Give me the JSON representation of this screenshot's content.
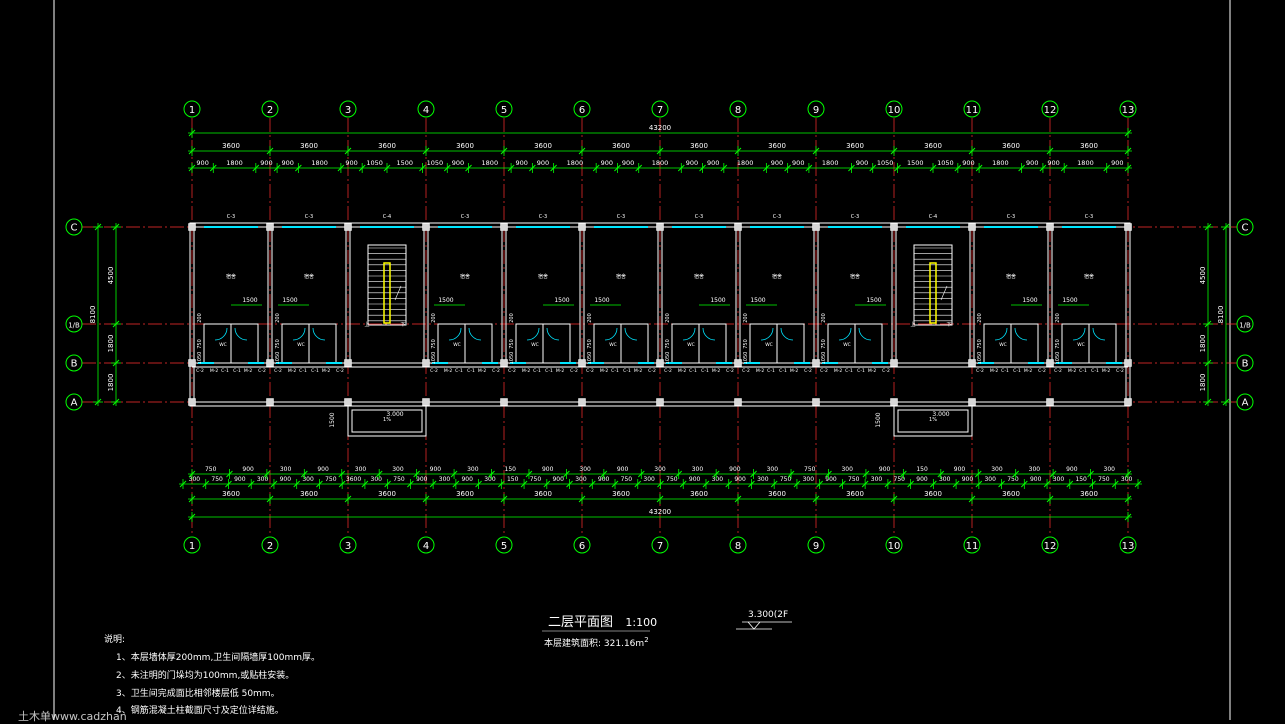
{
  "grid": {
    "axes": [
      "1",
      "2",
      "3",
      "4",
      "5",
      "6",
      "7",
      "8",
      "9",
      "10",
      "11",
      "12",
      "13"
    ],
    "rows": [
      "C",
      "1/B",
      "B",
      "A"
    ]
  },
  "dims": {
    "total": "43200",
    "bays": [
      "3600",
      "3600",
      "3600",
      "3600",
      "3600",
      "3600",
      "3600",
      "3600",
      "3600",
      "3600",
      "3600",
      "3600"
    ],
    "top_detail": [
      "900",
      "1800",
      "900",
      "900",
      "1800",
      "900",
      "1050",
      "1500",
      "1050",
      "900",
      "1800",
      "900",
      "900",
      "1800",
      "900",
      "900",
      "1800",
      "900",
      "900",
      "1800",
      "900",
      "900",
      "1800",
      "900",
      "1050",
      "1500",
      "1050",
      "900",
      "1800",
      "900",
      "900",
      "1800",
      "900"
    ],
    "bottom_upper": [
      "750",
      "900",
      "300",
      "900",
      "300",
      "300",
      "900",
      "300",
      "150",
      "900",
      "300",
      "900",
      "300",
      "300",
      "900",
      "300",
      "750",
      "300",
      "900",
      "150",
      "900",
      "300",
      "300",
      "900",
      "300"
    ],
    "bottom_lower": [
      "300",
      "750",
      "900",
      "300",
      "900",
      "300",
      "750",
      "3600",
      "300",
      "750",
      "900",
      "300",
      "900",
      "300",
      "150",
      "750",
      "900",
      "300",
      "900",
      "750",
      "300",
      "750",
      "900",
      "300",
      "900",
      "300",
      "750",
      "300",
      "900",
      "750",
      "300",
      "750",
      "900",
      "300",
      "900",
      "300",
      "750",
      "900",
      "300",
      "150",
      "750",
      "300"
    ],
    "left": [
      "4500",
      "1800",
      "1800"
    ],
    "left_total": "8100",
    "right": [
      "4500",
      "1800",
      "1800"
    ],
    "right_total": "8100",
    "entrance": "1500"
  },
  "labels": {
    "window_top": [
      "C-3",
      "C-3",
      "C-4",
      "C-3",
      "C-3",
      "C-3",
      "C-3",
      "C-3",
      "C-3",
      "C-4",
      "C-3",
      "C-3"
    ],
    "room": "宿舍",
    "wc": "WC",
    "bath": "1500",
    "small_200": "200",
    "small_750": "750",
    "small_1050": "1050",
    "door_row": [
      "C-2",
      "M-2",
      "C-1",
      "C-1",
      "M-2",
      "C-2"
    ],
    "stair_up": "上",
    "stair_dn": "下",
    "canopy": "3.000",
    "canopy_tag": "1%"
  },
  "title": {
    "name": "二层平面图",
    "scale": "1:100",
    "area_label": "本层建筑面积:",
    "area_value": "321.16m",
    "area_sup": "2",
    "level": "3.300(2F"
  },
  "notes": {
    "heading": "说明:",
    "items": [
      "1、本层墙体厚200mm,卫生间隔墙厚100mm厚。",
      "2、未注明的门垛均为100mm,或贴柱安装。",
      "3、卫生间完成面比相邻楼层低 50mm。",
      "4、钢筋混凝土柱截面尺寸及定位详结施。"
    ]
  },
  "watermark": "土木单www.cadzhan"
}
